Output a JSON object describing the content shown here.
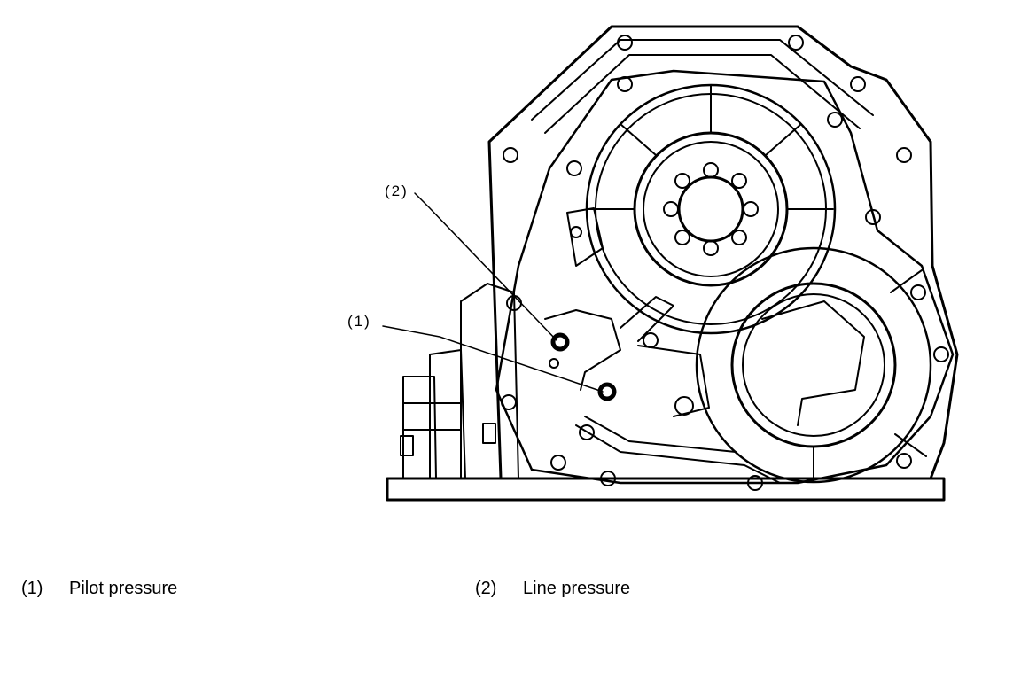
{
  "callouts": [
    {
      "id": "1",
      "label": "(1)"
    },
    {
      "id": "2",
      "label": "(2)"
    }
  ],
  "legend": [
    {
      "number": "(1)",
      "text": "Pilot pressure"
    },
    {
      "number": "(2)",
      "text": "Line pressure"
    }
  ]
}
